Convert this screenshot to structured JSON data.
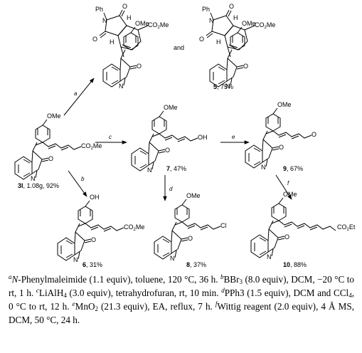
{
  "atoms": {
    "ph": "Ph",
    "n": "N",
    "o": "O",
    "h": "H",
    "co2me": "CO",
    "co2me_sub": "2",
    "co2me_tail": "Me",
    "ome": "OMe",
    "oh": "OH",
    "cl": "Cl",
    "co2et": "CO",
    "co2et_sub": "2",
    "co2et_tail": "Et"
  },
  "connector": "and",
  "conditions": {
    "a": "a",
    "b": "b",
    "c": "c",
    "d": "d",
    "e": "e",
    "f": "f"
  },
  "compounds": {
    "c3l": {
      "num": "3l",
      "yield": ", 1.08g, 92%"
    },
    "c5": {
      "num": "5",
      "yield": ", 75%"
    },
    "c6": {
      "num": "6",
      "yield": ", 31%"
    },
    "c7": {
      "num": "7",
      "yield": ", 47%"
    },
    "c8": {
      "num": "8",
      "yield": ", 37%"
    },
    "c9": {
      "num": "9",
      "yield": ", 67%"
    },
    "c10": {
      "num": "10",
      "yield": ", 88%"
    }
  },
  "footnote": {
    "a_mark": "a",
    "a_reagent": "N",
    "a_text": "-Phenylmaleimide (1.1 equiv), toluene, 120 °C, 36 h. ",
    "b_mark": "b",
    "b_text": "BBr",
    "b_sub": "3",
    "b_text2": " (8.0 equiv), DCM, −20 °C to rt, 1 h. ",
    "c_mark": "c",
    "c_text": "LiAlH",
    "c_sub": "4",
    "c_text2": " (3.0 equiv), tetrahydrofuran, rt, 10 min. ",
    "d_mark": "d",
    "d_text": "PPh3 (1.5 equiv), DCM and CCl",
    "d_sub": "4",
    "d_text2": ", 0 °C to rt, 12 h. ",
    "e_mark": "e",
    "e_text": "MnO",
    "e_sub": "2",
    "e_text2": " (21.3 equiv), EA, reflux, 7 h. ",
    "f_mark": "f",
    "f_text": "Wittig reagent (2.0 equiv), 4 Å MS, DCM, 50 °C, 24 h."
  }
}
